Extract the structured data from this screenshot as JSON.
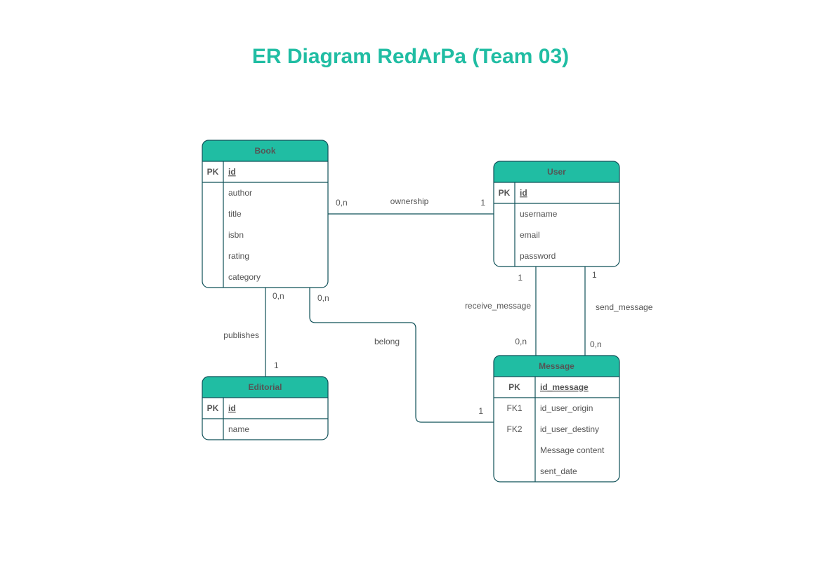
{
  "title": "ER Diagram RedArPa (Team 03)",
  "colors": {
    "accent": "#20bda3",
    "line": "#0f5058",
    "text": "#555555",
    "background": "#ffffff"
  },
  "entities": [
    {
      "id": "book",
      "name": "Book",
      "rows": [
        {
          "key": "PK",
          "field": "id",
          "is_key": true
        },
        {
          "key": "",
          "field": "author",
          "is_key": false
        },
        {
          "key": "",
          "field": "title",
          "is_key": false
        },
        {
          "key": "",
          "field": "isbn",
          "is_key": false
        },
        {
          "key": "",
          "field": "rating",
          "is_key": false
        },
        {
          "key": "",
          "field": "category",
          "is_key": false
        }
      ]
    },
    {
      "id": "user",
      "name": "User",
      "rows": [
        {
          "key": "PK",
          "field": "id",
          "is_key": true
        },
        {
          "key": "",
          "field": "username",
          "is_key": false
        },
        {
          "key": "",
          "field": "email",
          "is_key": false
        },
        {
          "key": "",
          "field": "password",
          "is_key": false
        }
      ]
    },
    {
      "id": "editorial",
      "name": "Editorial",
      "rows": [
        {
          "key": "PK",
          "field": "id",
          "is_key": true
        },
        {
          "key": "",
          "field": "name",
          "is_key": false
        }
      ]
    },
    {
      "id": "message",
      "name": "Message",
      "rows": [
        {
          "key": "PK",
          "field": "id_message",
          "is_key": true
        },
        {
          "key": "FK1",
          "field": "id_user_origin",
          "is_key": false
        },
        {
          "key": "FK2",
          "field": "id_user_destiny",
          "is_key": false
        },
        {
          "key": "",
          "field": "Message content",
          "is_key": false
        },
        {
          "key": "",
          "field": "sent_date",
          "is_key": false
        }
      ]
    }
  ],
  "relationships": [
    {
      "id": "ownership",
      "label": "ownership",
      "from": "book",
      "to": "user",
      "from_card": "0,n",
      "to_card": "1"
    },
    {
      "id": "publishes",
      "label": "publishes",
      "from": "book",
      "to": "editorial",
      "from_card": "0,n",
      "to_card": "1"
    },
    {
      "id": "belong",
      "label": "belong",
      "from": "book",
      "to": "message",
      "from_card": "0,n",
      "to_card": "1"
    },
    {
      "id": "receive_message",
      "label": "receive_message",
      "from": "user",
      "to": "message",
      "from_card": "1",
      "to_card": "0,n"
    },
    {
      "id": "send_message",
      "label": "send_message",
      "from": "user",
      "to": "message",
      "from_card": "1",
      "to_card": "0,n"
    }
  ]
}
